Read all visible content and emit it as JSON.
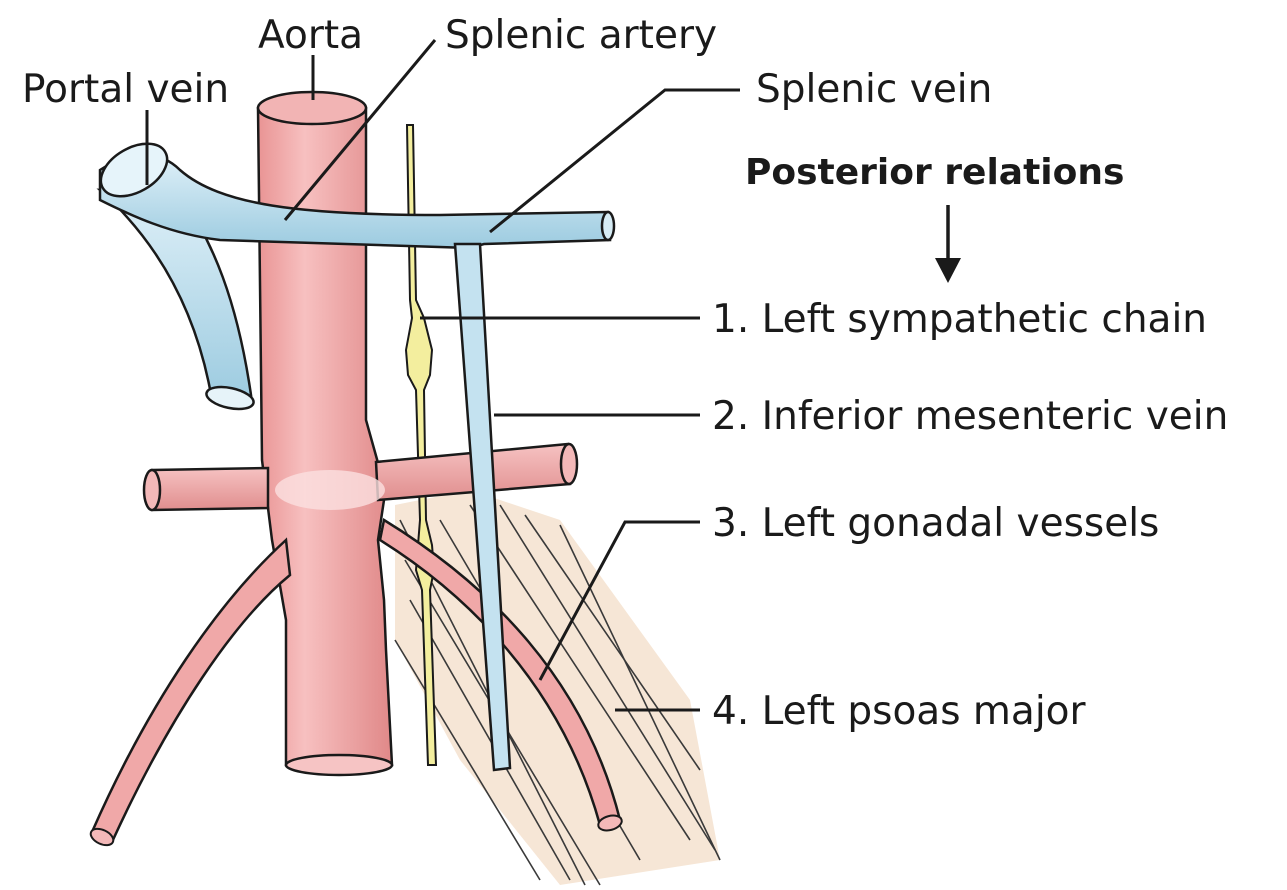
{
  "labels": {
    "aorta": "Aorta",
    "splenic_artery": "Splenic artery",
    "portal_vein": "Portal vein",
    "splenic_vein": "Splenic vein"
  },
  "posterior": {
    "heading": "Posterior relations",
    "items": [
      "1. Left sympathetic chain",
      "2. Inferior mesenteric vein",
      "3. Left gonadal vessels",
      "4. Left psoas major"
    ]
  },
  "colors": {
    "artery": "#f0a8a8",
    "artery_shade": "#d98484",
    "vein": "#bfe0ee",
    "vein_shade": "#8fbfd4",
    "nerve": "#f3ee9e",
    "muscle": "#f5e4d2",
    "outline": "#1a1a1a"
  }
}
